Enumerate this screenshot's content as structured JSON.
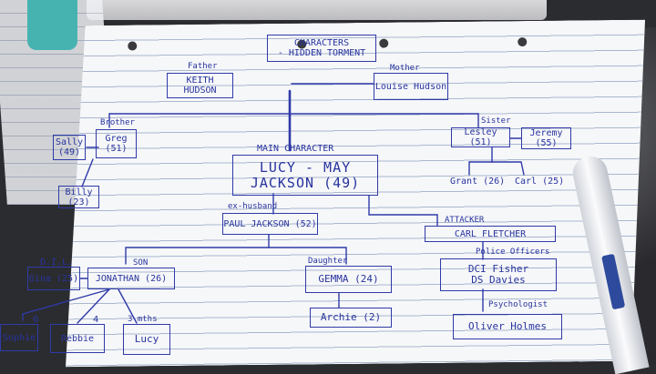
{
  "title": {
    "line1": "CHARACTERS",
    "line2": "- HIDDEN TORMENT"
  },
  "main": {
    "label": "MAIN CHARACTER",
    "name": "LUCY - MAY JACKSON (49)"
  },
  "nodes": {
    "father": {
      "role": "Father",
      "name": "KEITH HUDSON"
    },
    "mother": {
      "role": "Mother",
      "name": "Louise Hudson"
    },
    "brother": {
      "role": "Brother",
      "name": "Greg (51)"
    },
    "sally": {
      "name": "Sally (49)"
    },
    "billy": {
      "name": "Billy (23)"
    },
    "sister": {
      "role": "Sister",
      "name": "Lesley (51)"
    },
    "jeremy": {
      "name": "Jeremy (55)"
    },
    "grant": {
      "name": "Grant (26)"
    },
    "carl_small": {
      "name": "Carl (25)"
    },
    "exhusband": {
      "role": "ex-husband",
      "name": "PAUL JACKSON (52)"
    },
    "attacker": {
      "role": "ATTACKER",
      "name": "CARL FLETCHER"
    },
    "police": {
      "role": "Police Officers",
      "name": "DCI Fisher DS Davies"
    },
    "psychologist": {
      "role": "Psychologist",
      "name": "Oliver Holmes"
    },
    "dil": {
      "role": "D.I.L.",
      "name": "Gina (25)"
    },
    "son": {
      "role": "SON",
      "name": "JONATHAN (26)"
    },
    "daughter": {
      "role": "Daughter",
      "name": "GEMMA (24)"
    },
    "archie": {
      "name": "Archie (2)"
    },
    "sophie": {
      "name": "Sophie"
    },
    "rebbie": {
      "name": "Rebbie"
    },
    "lucy_small": {
      "role": "3 mths",
      "name": "Lucy"
    }
  },
  "ticks": {
    "sophie": "6",
    "rebbie": "4"
  }
}
